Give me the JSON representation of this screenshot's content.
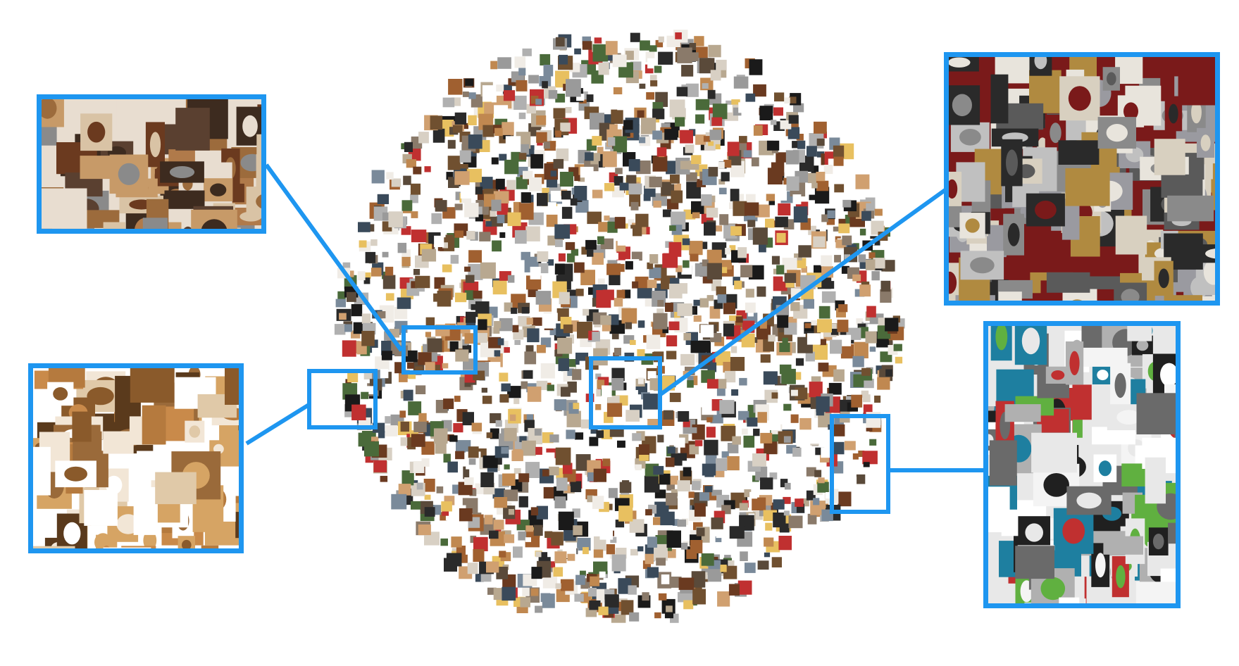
{
  "figure": {
    "accent_color": "#1e96f0",
    "background_color": "#ffffff",
    "description_tag": "embedding-visualization",
    "insets": [
      {
        "id": "chairs",
        "palette": [
          "#6b3a1f",
          "#9c6b3c",
          "#c79a68",
          "#3d2b1f",
          "#d9c3a5",
          "#8a8a8a",
          "#5a4030",
          "#b07a4a",
          "#e8ddd0"
        ]
      },
      {
        "id": "cabinets",
        "palette": [
          "#8a5a2b",
          "#b57a3e",
          "#d6a464",
          "#5a3a1c",
          "#f2e6d6",
          "#9a6a3a",
          "#c98a4a",
          "#e0c9a8",
          "#ffffff"
        ]
      },
      {
        "id": "kettles",
        "palette": [
          "#c0c0c0",
          "#8a8a8a",
          "#5a5a5a",
          "#d8d0c0",
          "#b08a40",
          "#2a2a2a",
          "#9a9aa0",
          "#e8e4dc",
          "#7a1a1a"
        ]
      },
      {
        "id": "bicycles",
        "palette": [
          "#ffffff",
          "#f4f4f4",
          "#202020",
          "#6a6a6a",
          "#b0b0b0",
          "#1e7fa0",
          "#c03030",
          "#60b040",
          "#e8e8e8"
        ]
      }
    ]
  }
}
